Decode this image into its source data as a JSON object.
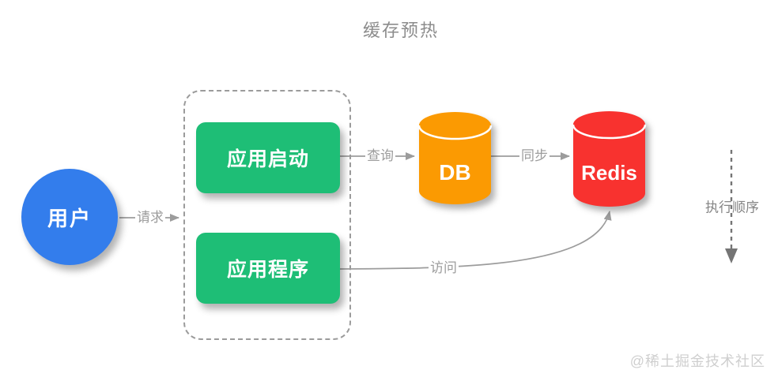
{
  "title": "缓存预热",
  "watermark": "@稀土掘金技术社区",
  "nodes": {
    "user": {
      "label": "用户",
      "color": "#337DEC",
      "shape": "circle"
    },
    "app_start": {
      "label": "应用启动",
      "color": "#1EBE76",
      "shape": "rounded-rect"
    },
    "app_program": {
      "label": "应用程序",
      "color": "#1EBE76",
      "shape": "rounded-rect"
    },
    "db": {
      "label": "DB",
      "color": "#FB9A02",
      "shape": "cylinder"
    },
    "redis": {
      "label": "Redis",
      "color": "#F8322F",
      "shape": "cylinder"
    }
  },
  "edges": {
    "request": {
      "label": "请求",
      "from": "user",
      "to": "app-group"
    },
    "query": {
      "label": "查询",
      "from": "app_start",
      "to": "db"
    },
    "sync": {
      "label": "同步",
      "from": "db",
      "to": "redis"
    },
    "access": {
      "label": "访问",
      "from": "app_program",
      "to": "redis"
    },
    "execution_order": {
      "label": "执行顺序",
      "style": "vertical-dashed-arrow"
    }
  },
  "colors": {
    "line": "#9c9c9c",
    "exec_line": "#757575",
    "container_border": "#9b9b9b",
    "title_text": "#8c8c8c",
    "label_text": "#9c9c9c",
    "watermark_text": "#cfcfcf",
    "node_text": "#ffffff"
  }
}
